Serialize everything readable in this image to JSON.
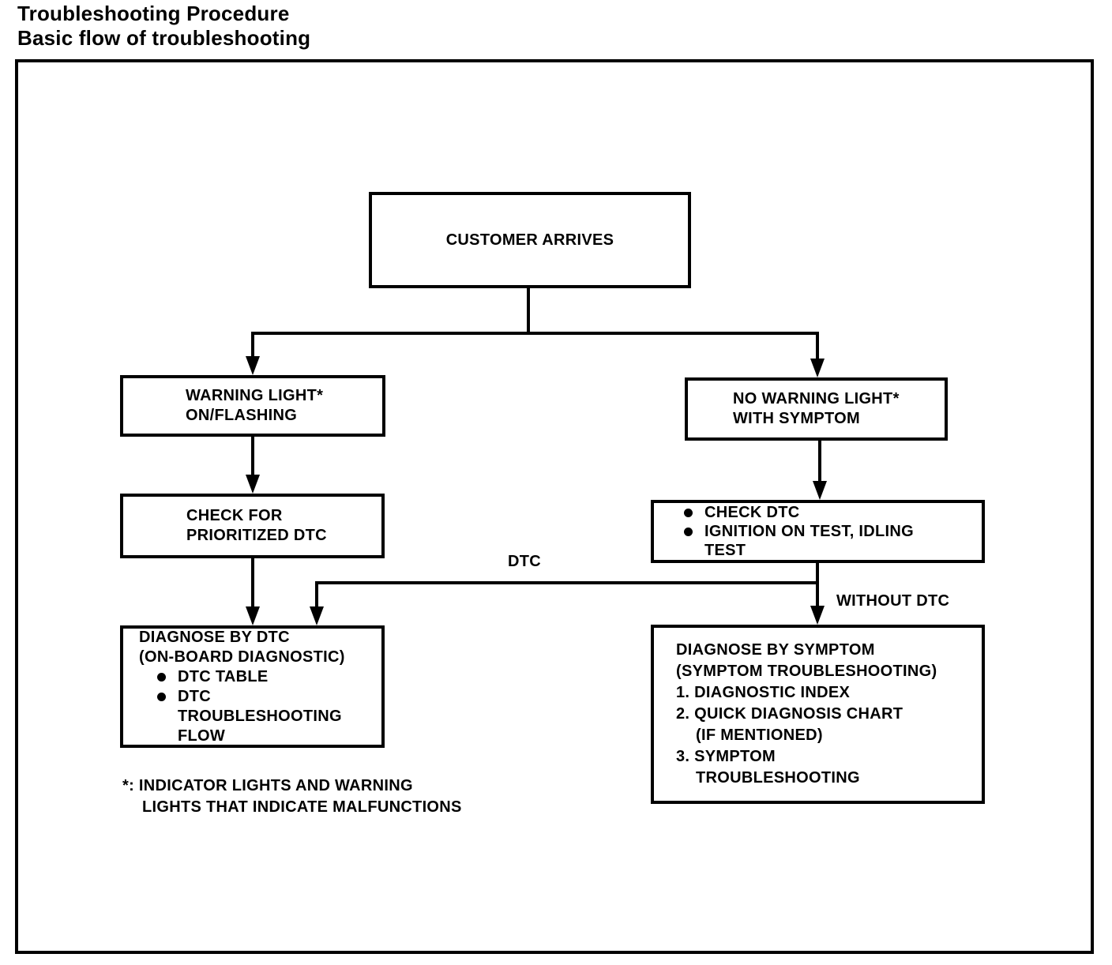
{
  "page_title": {
    "line1": "Troubleshooting Procedure",
    "line2": "Basic flow of troubleshooting"
  },
  "flowchart": {
    "customer_arrives": {
      "label": "CUSTOMER ARRIVES"
    },
    "warning_light": {
      "lines": [
        "WARNING LIGHT*",
        "ON/FLASHING"
      ]
    },
    "no_warning_light": {
      "lines": [
        "NO WARNING LIGHT*",
        "WITH SYMPTOM"
      ]
    },
    "check_for_prioritized_dtc": {
      "lines": [
        "CHECK FOR",
        "PRIORITIZED DTC"
      ]
    },
    "check_dtc_tests": {
      "bullets": [
        {
          "lines": [
            "CHECK DTC"
          ]
        },
        {
          "lines": [
            "IGNITION ON TEST, IDLING",
            "TEST"
          ]
        }
      ]
    },
    "diagnose_by_dtc": {
      "heading": [
        "DIAGNOSE BY DTC",
        "(ON-BOARD DIAGNOSTIC)"
      ],
      "bullets": [
        {
          "lines": [
            "DTC TABLE"
          ]
        },
        {
          "lines": [
            "DTC",
            "TROUBLESHOOTING",
            "FLOW"
          ]
        }
      ]
    },
    "diagnose_by_symptom": {
      "heading": [
        "DIAGNOSE BY SYMPTOM",
        "(SYMPTOM TROUBLESHOOTING)"
      ],
      "numbered": [
        {
          "lines": [
            "1. DIAGNOSTIC INDEX"
          ]
        },
        {
          "lines": [
            "2. QUICK DIAGNOSIS CHART",
            "(IF MENTIONED)"
          ]
        },
        {
          "lines": [
            "3. SYMPTOM",
            "TROUBLESHOOTING"
          ]
        }
      ]
    },
    "edge_labels": {
      "dtc": "DTC",
      "without_dtc": "WITHOUT DTC"
    },
    "footnote": {
      "lines": [
        "*: INDICATOR LIGHTS AND WARNING",
        "LIGHTS THAT INDICATE MALFUNCTIONS"
      ]
    }
  },
  "colors": {
    "ink": "#000000",
    "paper": "#ffffff"
  }
}
